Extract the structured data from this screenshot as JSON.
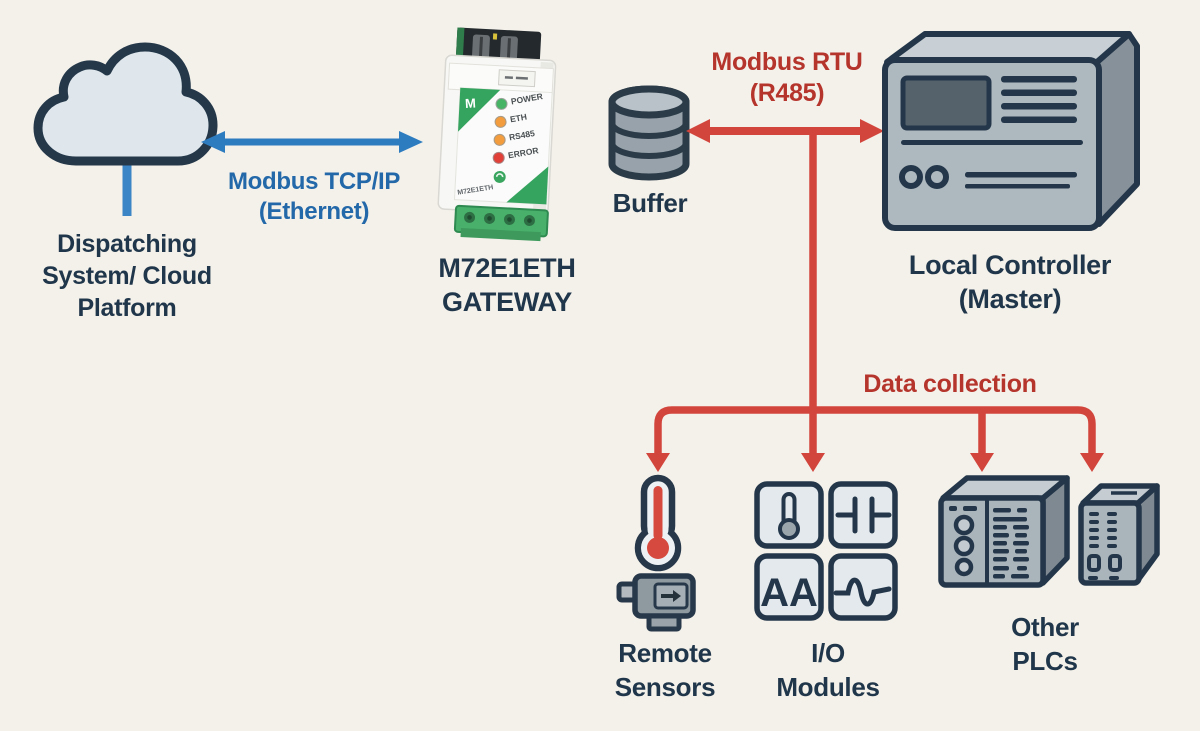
{
  "colors": {
    "background": "#f4f1ea",
    "ink": "#20364a",
    "blue_arrow": "#2e7cc0",
    "blue_text": "#2368a9",
    "red_arrow": "#d2453c",
    "red_text": "#b5342c",
    "device_green": "#35a45f"
  },
  "nodes": {
    "cloud": {
      "lines": [
        "Dispatching",
        "System/ Cloud",
        "Platform"
      ]
    },
    "gateway": {
      "lines": [
        "M72E1ETH",
        "GATEWAY"
      ],
      "device": {
        "brand": "M",
        "model": "M72E1ETH",
        "leds": [
          {
            "label": "POWER",
            "color": "#46b365"
          },
          {
            "label": "ETH",
            "color": "#f39c3d"
          },
          {
            "label": "RS485",
            "color": "#f39c3d"
          },
          {
            "label": "ERROR",
            "color": "#e04038"
          }
        ]
      }
    },
    "buffer": {
      "label": "Buffer"
    },
    "controller": {
      "lines": [
        "Local Controller",
        "(Master)"
      ]
    },
    "remote_sensors": {
      "lines": [
        "Remote",
        "Sensors"
      ]
    },
    "io_modules": {
      "lines": [
        "I/O",
        "Modules"
      ],
      "tile_text": "AA"
    },
    "other_plcs": {
      "lines": [
        "Other",
        "PLCs"
      ]
    }
  },
  "links": {
    "tcp": {
      "lines": [
        "Modbus TCP/IP",
        "(Ethernet)"
      ]
    },
    "rtu": {
      "lines": [
        "Modbus RTU",
        "(R485)"
      ]
    },
    "collection": {
      "label": "Data collection"
    }
  }
}
